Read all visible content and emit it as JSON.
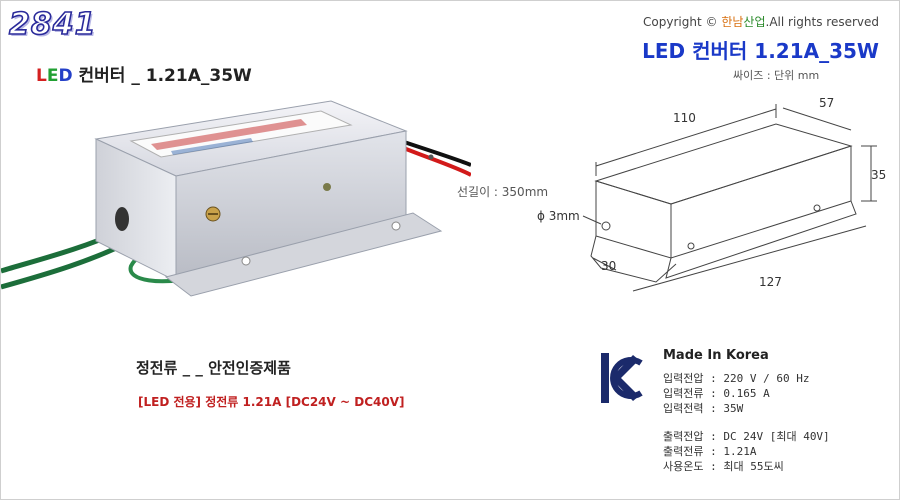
{
  "header": {
    "model_number": "2841",
    "product_title_l": "L",
    "product_title_e": "E",
    "product_title_d": "D",
    "product_title_rest": " 컨버터 _ 1.21A_35W"
  },
  "copyright": {
    "prefix": "Copyright © ",
    "brand_a": "한남",
    "brand_b": "산업",
    "suffix": ".All rights reserved"
  },
  "drawing": {
    "title": "LED 컨버터 1.21A_35W",
    "size_note": "싸이즈 : 단위 mm",
    "dim_length_top": "110",
    "dim_width": "57",
    "dim_height": "35",
    "dim_hole": "ϕ 3mm",
    "dim_mount": "30",
    "dim_length_total": "127"
  },
  "photo": {
    "lead_length": "선길이 : 350mm"
  },
  "certification": {
    "line": "정전류 _ _ 안전인증제품",
    "sub": "[LED 전용] 정전류 1.21A [DC24V ~ DC40V]"
  },
  "specs": {
    "made_in": "Made In Korea",
    "input": [
      "입력전압 : 220 V / 60 Hz",
      "입력전류 : 0.165 A",
      "입력전력 : 35W"
    ],
    "output": [
      "출력전압 : DC 24V [최대 40V]",
      "출력전류 : 1.21A",
      "사용온도 : 최대 55도씨"
    ]
  },
  "colors": {
    "title_blue": "#1a39c8",
    "model_blue": "#2a2a9a",
    "cert_red": "#c02020",
    "kc_navy": "#1b2a6b"
  }
}
